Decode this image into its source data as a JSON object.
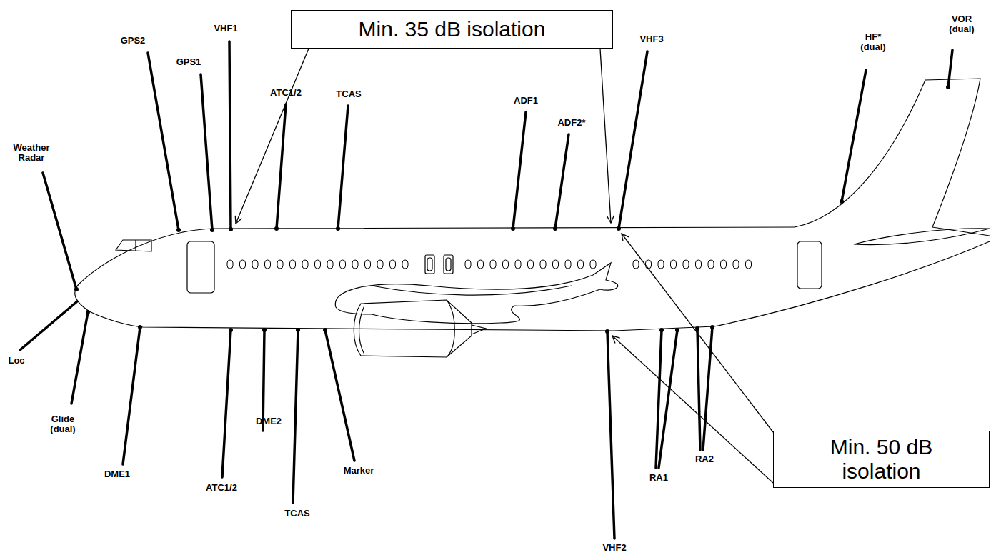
{
  "diagram": {
    "nodes": [
      {
        "text": [
          "Min. 35 dB isolation"
        ]
      },
      {
        "text": [
          "Min. 50 dB isolation"
        ]
      }
    ],
    "labels": [
      "GPS2",
      "GPS1",
      "VHF1",
      "ATC1/2",
      "TCAS",
      "ADF1",
      "ADF2*",
      "VHF3",
      "HF* (dual)",
      "VOR (dual)",
      "Weather Radar",
      "Loc",
      "Glide (dual)",
      "DME1",
      "ATC1/2",
      "DME2",
      "TCAS",
      "Marker",
      "VHF2",
      "RA1",
      "RA2"
    ]
  }
}
